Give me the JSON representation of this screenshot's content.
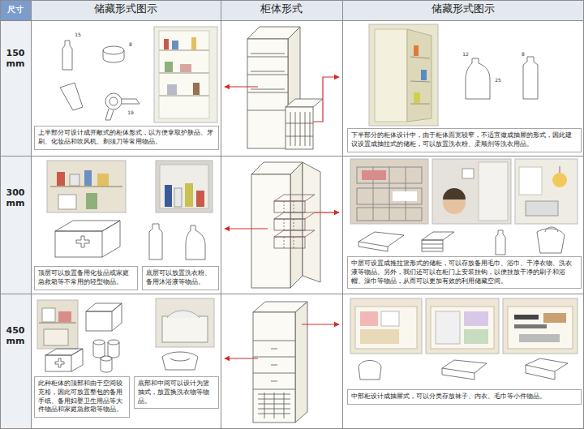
{
  "diagram": {
    "nodes": [
      {
        "text": [
          "上半部分可设计成开敞式的柜体形式，以方便拿取护肤品、牙刷、化妆品和吹风机、剃须刀等常用物品。"
        ]
      },
      {
        "text": [
          "下半部分的柜体设计中，由于柜体面宽较窄，不适宜做成抽屉的形式，因此建议设置成抽拉式的储柜，可以放置洗衣粉、柔顺剂等洗衣用品。"
        ]
      },
      {
        "text": [
          "顶层可以放置备用化妆品或家庭急救箱等不常用的轻型物品。"
        ]
      },
      {
        "text": [
          "底层可以放置洗衣粉、备用沐浴液等物品。"
        ]
      },
      {
        "text": [
          "中层可设置成推拉篮形式的储柜，可以存放备用毛巾、浴巾、干净衣物、洗衣液等物品。另外，我们还可以在柜门上安装挂钩，以便挂放干净的刷子和浴帽、澡巾等物品，从而可以更加有效的利用储藏空间。"
        ]
      },
      {
        "text": [
          "此种柜体的顶部和由于空间较充裕，因此可放置整包的备用手纸、备用妇婴卫生用品等大件物品和家庭急救箱等物品。"
        ]
      },
      {
        "text": [
          "底部和中间可以设计为篮抽式，放置换洗衣物等物品。"
        ]
      },
      {
        "text": [
          "中部柜设计成抽屉式，可以分类存放袜子、内衣、毛巾等小件物品。"
        ]
      }
    ],
    "labels": [
      "尺寸",
      "储藏形式图示",
      "柜体形式",
      "储藏形式图示",
      "150 mm",
      "300 mm",
      "450 mm",
      "15",
      "8",
      "19",
      "12",
      "25",
      "8"
    ]
  }
}
